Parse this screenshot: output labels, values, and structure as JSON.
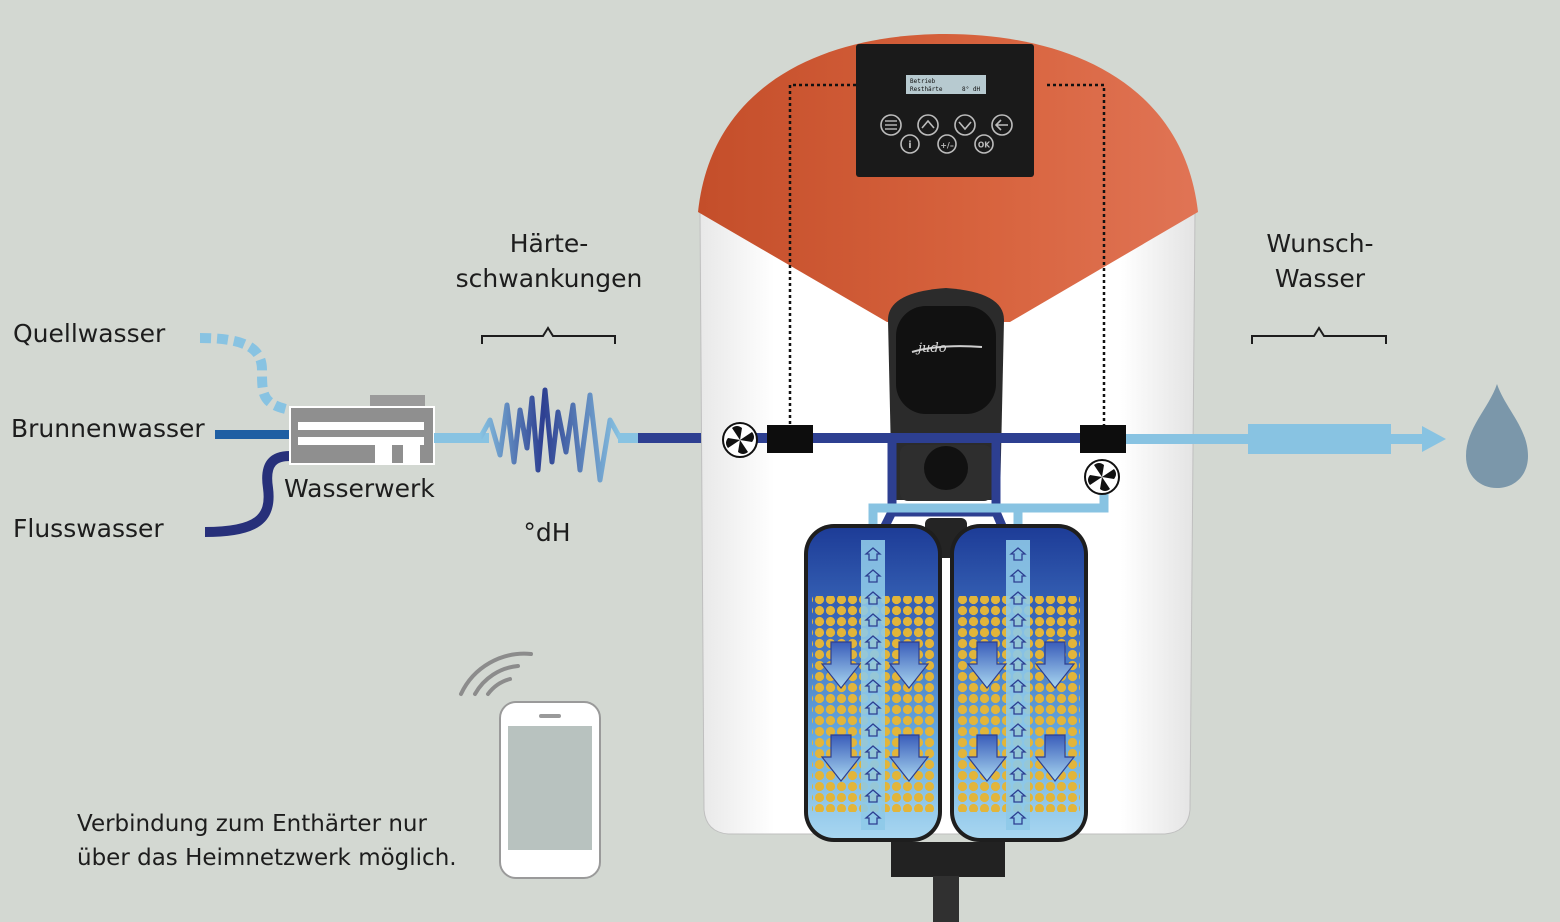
{
  "labels": {
    "quellwasser": "Quellwasser",
    "brunnenwasser": "Brunnenwasser",
    "flusswasser": "Flusswasser",
    "wasserwerk": "Wasserwerk",
    "haerte_line1": "Härte-",
    "haerte_line2": "schwankungen",
    "unit": "°dH",
    "wunsch_line1": "Wunsch-",
    "wunsch_line2": "Wasser",
    "note_line1": "Verbindung zum Enthärter nur",
    "note_line2": "über das Heimnetzwerk möglich."
  },
  "device": {
    "display_line1": "Betrieb",
    "display_line2_label": "Resthärte",
    "display_line2_value": "8° dH",
    "button_ok": "OK",
    "button_plusminus": "+/–",
    "button_info": "i",
    "logo_text": "judo"
  },
  "colors": {
    "background": "#d3d8d2",
    "device_cap": "#d4603b",
    "hard_water": "#2d3f91",
    "soft_water": "#88c3e2",
    "resin_beads": "#e2b53a",
    "water_drop": "#7b97aa",
    "well_water": "#1f5fa3",
    "river_water": "#27307a"
  }
}
